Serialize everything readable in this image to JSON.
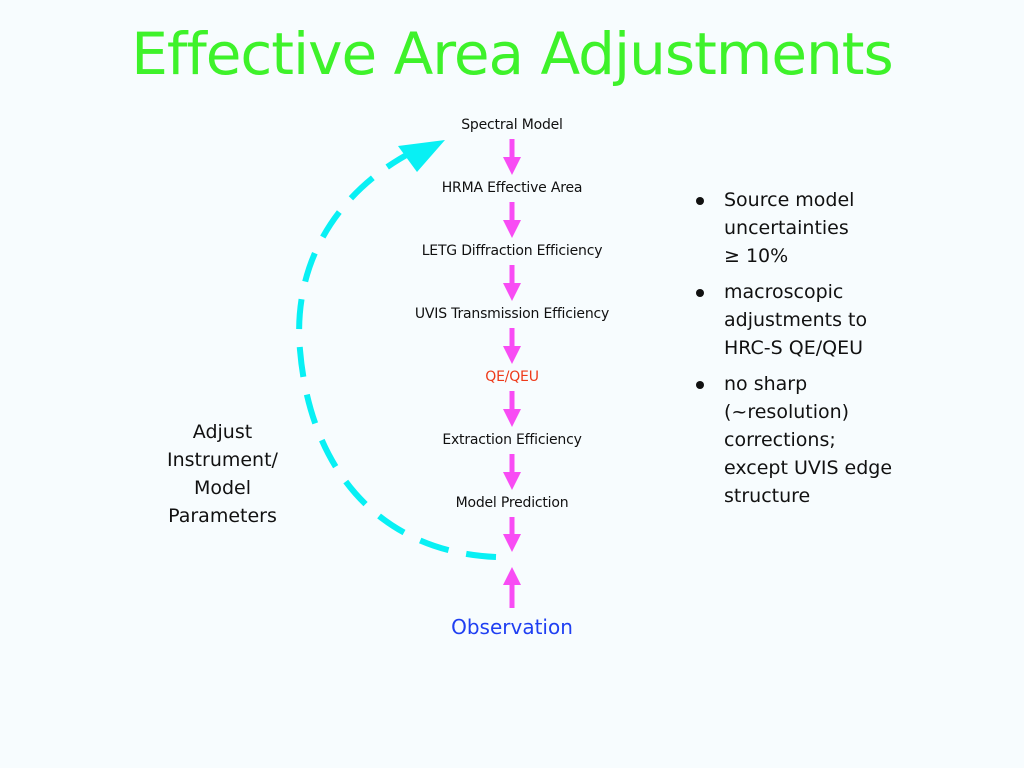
{
  "title": "Effective Area Adjustments",
  "colors": {
    "title": "#3ef22a",
    "flow_arrow": "#f84cf4",
    "feedback_arrow": "#08f0f4",
    "highlight_step": "#ee3a1a",
    "observation": "#1f3ff2",
    "background": "#f7fcfe"
  },
  "flow": {
    "steps": [
      {
        "label": "Spectral Model",
        "highlight": false
      },
      {
        "label": "HRMA Effective Area",
        "highlight": false
      },
      {
        "label": "LETG Diffraction Efficiency",
        "highlight": false
      },
      {
        "label": "UVIS Transmission Efficiency",
        "highlight": false
      },
      {
        "label": "QE/QEU",
        "highlight": true
      },
      {
        "label": "Extraction Efficiency",
        "highlight": false
      },
      {
        "label": "Model Prediction",
        "highlight": false
      }
    ],
    "observation": "Observation"
  },
  "feedback_label": [
    "Adjust",
    "Instrument/",
    "Model",
    "Parameters"
  ],
  "bullets": [
    {
      "lines": [
        "Source model",
        "uncertainties",
        "≥ 10%"
      ]
    },
    {
      "lines": [
        "macroscopic",
        "adjustments to",
        "HRC-S QE/QEU"
      ]
    },
    {
      "lines": [
        "no sharp",
        "(~resolution)",
        "corrections;",
        "except UVIS edge",
        "structure"
      ]
    }
  ]
}
